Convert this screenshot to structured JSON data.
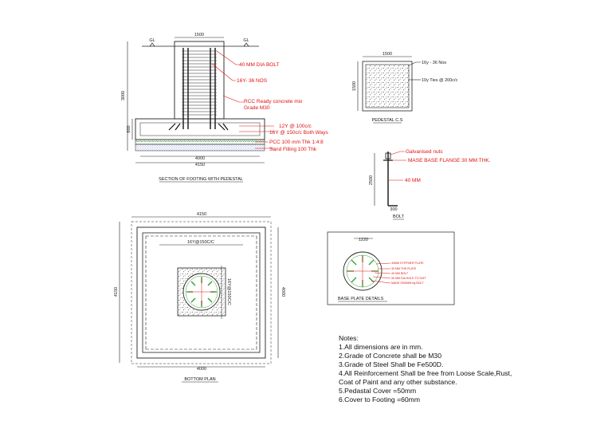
{
  "colors": {
    "line": "#222222",
    "annot": "#e01010",
    "gravel": "#2fa02f",
    "sand": "#8a8fe0"
  },
  "section": {
    "title": "SECTION OF FOOTING WITH PEDESTAL",
    "dim_top": "1500",
    "dim_height": "3000",
    "dim_base_h": "600",
    "dim_4000": "4000",
    "dim_4150": "4150",
    "gl_left": "GL",
    "gl_right": "GL",
    "labels": {
      "bolt": "40 MM DIA BOLT",
      "bars": "16Y- 36 NOS",
      "rcc": "RCC Ready concrete mix",
      "grade": "Grade M30",
      "bar12": "12Y @ 100c/c",
      "bar16": "16Y @ 150c/c Both Ways",
      "pcc": "PCC 100 mm Thk 1:4:8",
      "sand": "Sand Filling 100 Thk"
    }
  },
  "pedestal_cs": {
    "title": "PEDESTAL C.S",
    "dim_w": "1500",
    "dim_h": "1500",
    "label_bars": "16y - 36 Nos",
    "label_ties": "10y Ties @ 200c/c"
  },
  "bolt": {
    "title": "BOLT",
    "dim_h": "2500",
    "dim_b": "300",
    "labels": {
      "nuts": "Galvanised nuts",
      "flange": "MASE BASE FLANGE 30 MM THK.",
      "dia": "40 MM"
    }
  },
  "bottom_plan": {
    "title": "BOTTOM PLAN",
    "dim_top": "4150",
    "dim_left": "4150",
    "dim_right": "4000",
    "dim_bottom": "4000",
    "bar_h": "16Y@150C/C",
    "bar_v": "16Y@150C/C"
  },
  "base_plate": {
    "title": "BASE PLATE DETAILS",
    "dim": "1220",
    "labels": [
      "40MM STIFFNER PLATE",
      "30 MM THK PLATE",
      "40 MM BOLT",
      "50 MM DIA HOLE TO SUIT",
      "MADE 2000MM bg BOLT"
    ]
  },
  "notes": {
    "heading": "Notes:",
    "items": [
      "1.All dimensions are in mm.",
      "2.Grade of Concrete shall be M30",
      "3.Grade of Steel Shall be Fe500D.",
      "4.All Reinforcement Shall be free from Loose Scale,Rust,",
      "Coat of Paint and any other substance.",
      "5.Pedastal Cover =50mm",
      "6.Cover to Footing =60mm"
    ]
  }
}
